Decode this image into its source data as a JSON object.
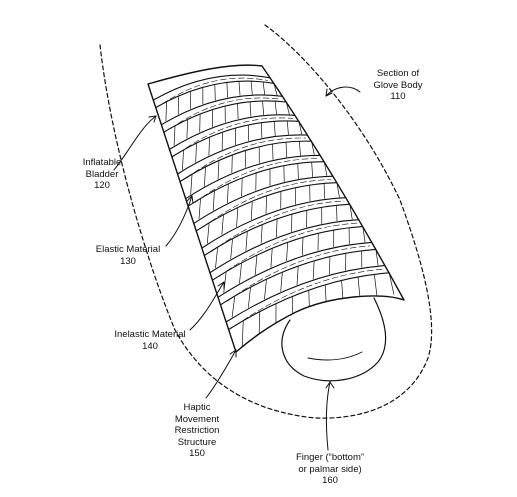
{
  "labels": {
    "glove_body": {
      "lines": [
        "Section of",
        "Glove Body",
        "110"
      ]
    },
    "bladder": {
      "lines": [
        "Inflatable",
        "Bladder",
        "120"
      ]
    },
    "elastic": {
      "lines": [
        "Elastic Material",
        "130"
      ]
    },
    "inelastic": {
      "lines": [
        "Inelastic Material",
        "140"
      ]
    },
    "haptic": {
      "lines": [
        "Haptic",
        "Movement",
        "Restriction",
        "Structure",
        "150"
      ]
    },
    "finger": {
      "lines": [
        "Finger (“bottom”",
        "or palmar side)",
        "160"
      ]
    }
  },
  "colors": {
    "ink": "#111111",
    "background": "#ffffff"
  }
}
